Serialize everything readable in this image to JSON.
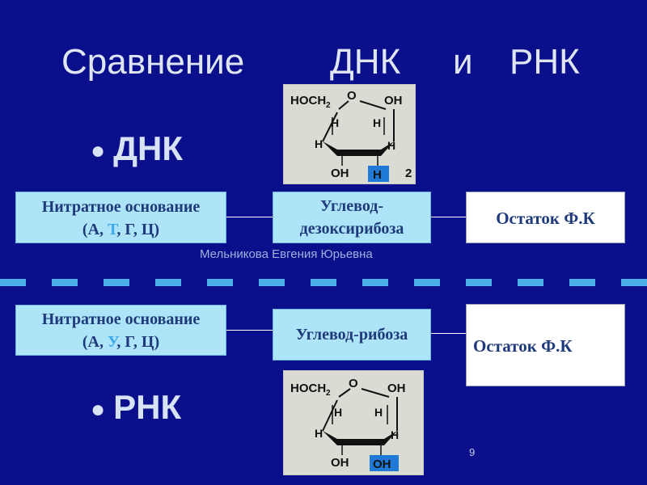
{
  "title": {
    "word1": "Сравнение",
    "word2": "ДНК",
    "word3": "и",
    "word4": "РНК"
  },
  "dna": {
    "bullet": "ДНК",
    "base_line1": "Нитратное основание",
    "base_open": "(А, ",
    "base_special": "Т",
    "base_close": ", Г, Ц)",
    "sugar_line1": "Углевод-",
    "sugar_line2": "дезоксирибоза",
    "phosphate": "Остаток Ф.К"
  },
  "rna": {
    "bullet": "РНК",
    "base_line1": "Нитратное основание",
    "base_open": "(А, ",
    "base_special": "У",
    "base_close": ", Г, Ц)",
    "sugar": "Углевод-рибоза",
    "phosphate": "Остаток Ф.К"
  },
  "author": "Мельникова Евгения Юрьевна",
  "page_number": "9",
  "molecule_dna": {
    "hoch2": "HOCH",
    "sub2": "2",
    "ring_o": "O",
    "oh_right": "OH",
    "h1": "H",
    "h2": "H",
    "h3": "H",
    "h4": "H",
    "bottom_left": "OH",
    "bottom_right": "H",
    "corner": "2"
  },
  "molecule_rna": {
    "hoch2": "HOCH",
    "sub2": "2",
    "ring_o": "O",
    "oh_right": "OH",
    "h1": "H",
    "h2": "H",
    "h3": "H",
    "h4": "H",
    "bottom_left": "OH",
    "bottom_right": "OH"
  },
  "colors": {
    "background": "#0a0f8c",
    "box_blue": "#aee4f7",
    "highlight": "#3fa9e8",
    "dash": "#4eb0ea"
  }
}
